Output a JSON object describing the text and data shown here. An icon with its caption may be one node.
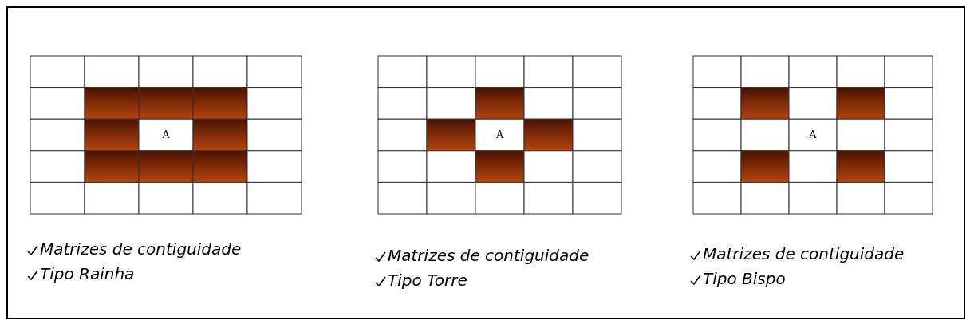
{
  "diagram": {
    "labels": [
      "A",
      "Matrizes de contiguidade",
      "Tipo Rainha",
      "A",
      "Matrizes de contiguidade",
      "Tipo Torre",
      "A",
      "Matrizes de contiguidade",
      "Tipo Bispo"
    ]
  }
}
